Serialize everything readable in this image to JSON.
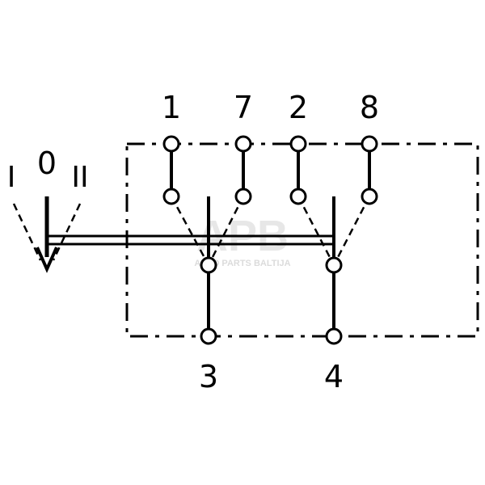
{
  "diagram": {
    "terminals_top": [
      "1",
      "7",
      "2",
      "8"
    ],
    "terminals_bottom": [
      "3",
      "4"
    ],
    "positions": {
      "left": "I",
      "center": "0",
      "right": "II"
    }
  },
  "watermark": {
    "logo": "APB",
    "text": "AUTO PARTS BALTIJA"
  },
  "colors": {
    "ink": "#000000",
    "watermark": "#d9d9d9"
  }
}
